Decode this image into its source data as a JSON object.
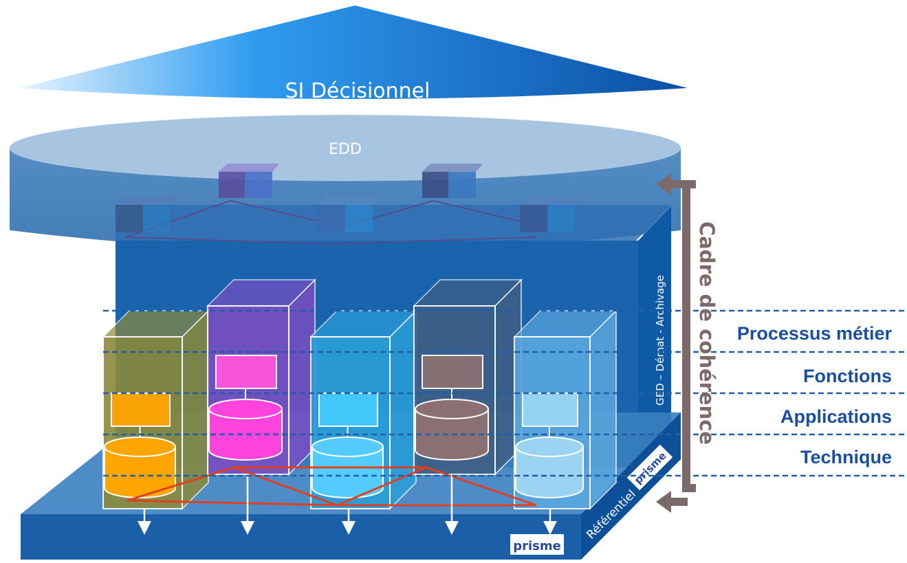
{
  "diagram": {
    "title": "SI Décisionnel",
    "warehouse_label": "EDD",
    "side_panel_label": "GED – Démat - Archivage",
    "base_side_label": "Référentiel",
    "coherence_label": "Cadre de cohérence",
    "logo_text": "prisme",
    "layers": [
      "Processus métier",
      "Fonctions",
      "Applications",
      "Technique"
    ],
    "pillars": [
      {
        "key": "olive",
        "color": "#8a8a3a",
        "module": "#ffa500",
        "db": "#ffa500"
      },
      {
        "key": "purple",
        "color": "#7a4fc2",
        "module": "#ff55dd",
        "db": "#ff44dd"
      },
      {
        "key": "cyan",
        "color": "#2a9fd8",
        "module": "#44ccff",
        "db": "#55ccff"
      },
      {
        "key": "slate",
        "color": "#3f5f85",
        "module": "#8a7072",
        "db": "#8a7072"
      },
      {
        "key": "sky",
        "color": "#5aa8e0",
        "module": "#99d6f5",
        "db": "#9ad4f2"
      }
    ],
    "colors": {
      "layer_text": "#1a4fa0",
      "dashed_lines": "#1f5fa8",
      "coherence_bracket": "#7a6a6a",
      "links": "#e04020"
    }
  }
}
